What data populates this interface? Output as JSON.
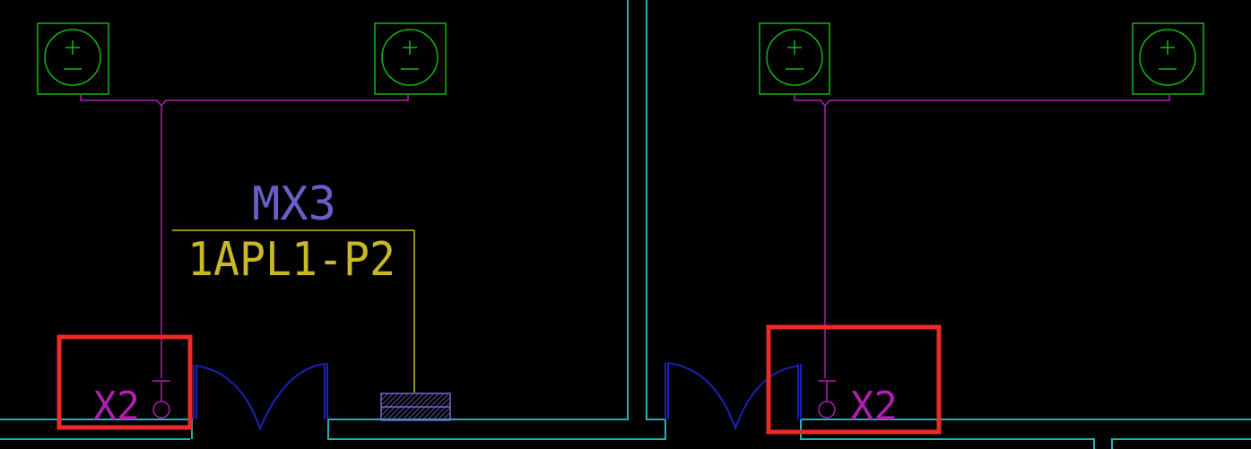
{
  "drawing": {
    "circuit_label": "MX3",
    "panel_label": "1APL1-P2",
    "outlet_label_left": "X2",
    "outlet_label_right": "X2",
    "fixture_symbol": "±"
  },
  "colors": {
    "background": "#000000",
    "wall": "#1fb5b5",
    "fixture": "#18b418",
    "wire": "#b01fb0",
    "leader": "#c9b928",
    "door": "#1a22b8",
    "circuit_text": "#6a5fc8",
    "panel_hatch": "#7a66cc",
    "highlight": "#f02828"
  }
}
